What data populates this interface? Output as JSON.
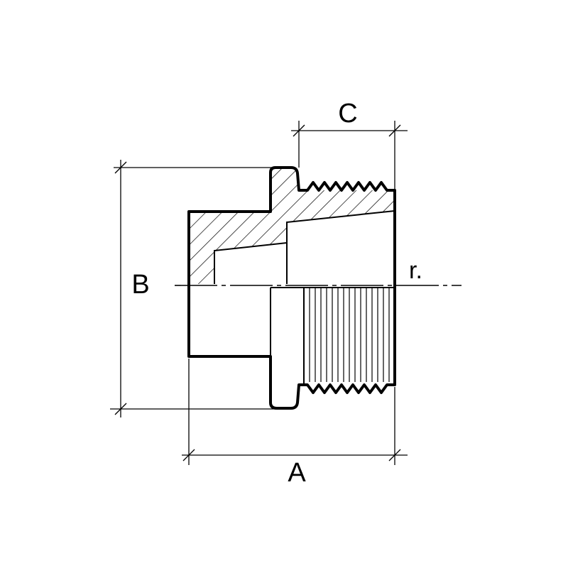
{
  "drawing": {
    "labels": {
      "a": "A",
      "b": "B",
      "c": "C",
      "r": "r."
    }
  }
}
